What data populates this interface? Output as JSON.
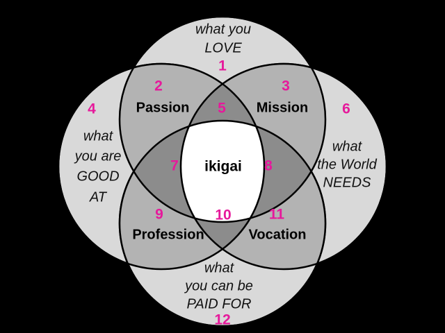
{
  "circles": {
    "love": {
      "lines": [
        "what you",
        "LOVE"
      ],
      "number": "1"
    },
    "good_at": {
      "lines": [
        "what",
        "you are",
        "GOOD",
        "AT"
      ],
      "number": "4"
    },
    "world_needs": {
      "lines": [
        "what",
        "the World",
        "NEEDS"
      ],
      "number": "6"
    },
    "paid_for": {
      "lines": [
        "what",
        "you can be",
        "PAID FOR"
      ],
      "number": "12"
    }
  },
  "overlaps": {
    "passion": {
      "label": "Passion",
      "number": "2"
    },
    "mission": {
      "label": "Mission",
      "number": "3"
    },
    "profession": {
      "label": "Profession",
      "number": "9"
    },
    "vocation": {
      "label": "Vocation",
      "number": "11"
    },
    "love_good_world": {
      "number": "5"
    },
    "love_good_paid": {
      "number": "7"
    },
    "love_world_paid": {
      "number": "8"
    },
    "good_world_paid": {
      "number": "10"
    }
  },
  "center": {
    "label": "ikigai"
  },
  "colors": {
    "background": "#000000",
    "circle_fill": "#d9d9d9",
    "double_overlap": "#b3b3b3",
    "triple_overlap": "#8c8c8c",
    "center_fill": "#ffffff",
    "number_color": "#e6199b"
  }
}
